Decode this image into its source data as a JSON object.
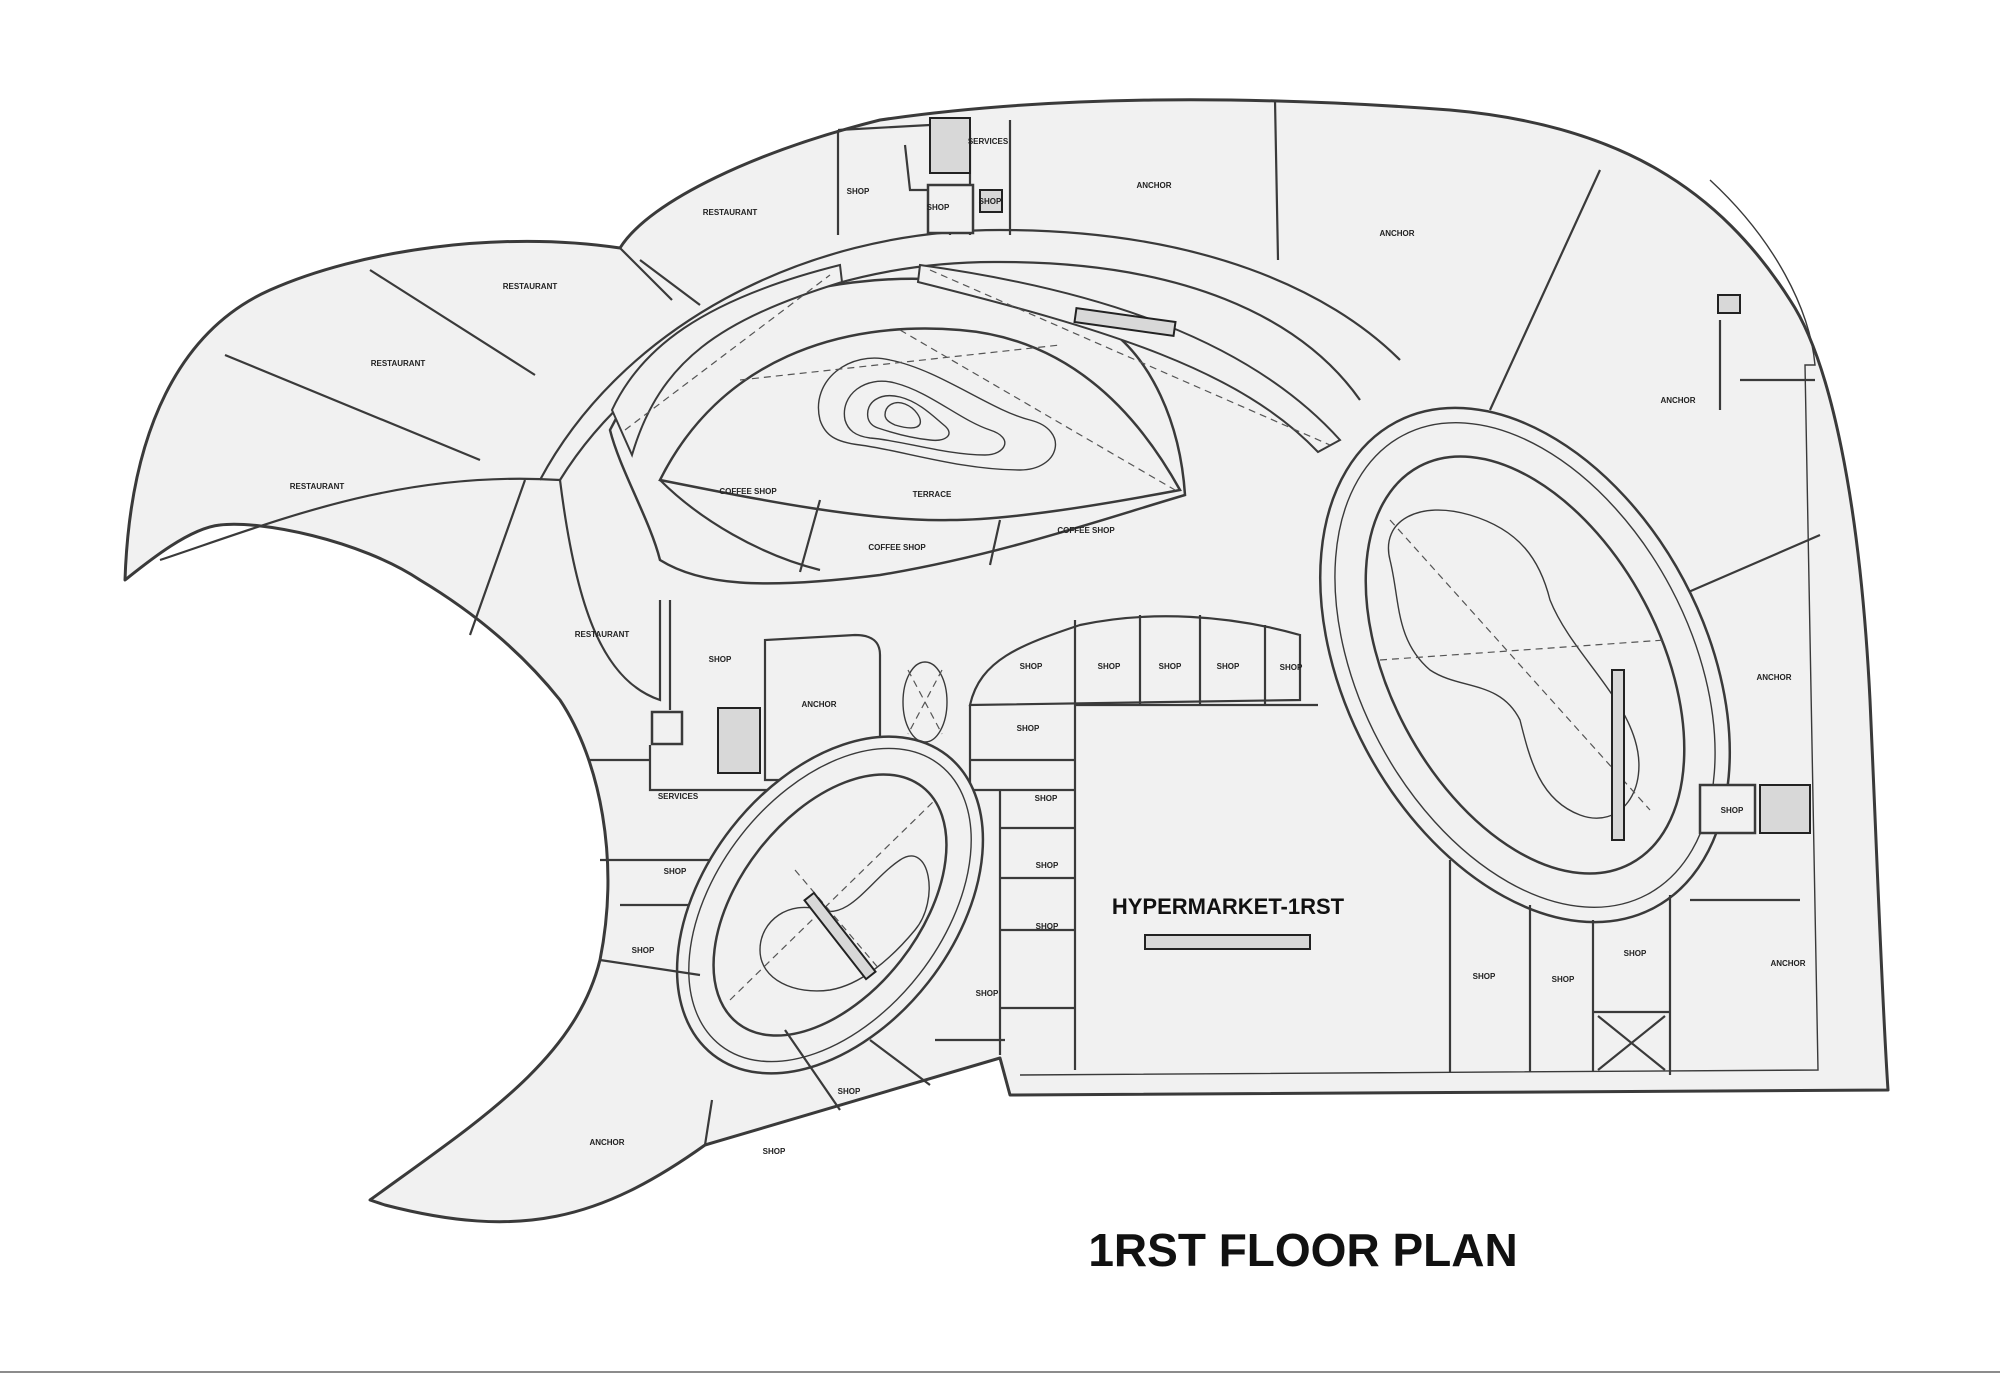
{
  "title": "1RST FLOOR PLAN",
  "hypermarket_label": "HYPERMARKET-1RST",
  "colors": {
    "floor": "#f1f1f1",
    "walls": "#3a3a3a",
    "background": "#ffffff"
  },
  "rooms": {
    "restaurant_1": "RESTAURANT",
    "restaurant_2": "RESTAURANT",
    "restaurant_3": "RESTAURANT",
    "restaurant_4": "RESTAURANT",
    "restaurant_5": "RESTAURANT",
    "shop_top_1": "SHOP",
    "shop_top_2": "SHOP",
    "shop_top_3": "SHOP",
    "services_top": "SERVICES",
    "anchor_top_1": "ANCHOR",
    "anchor_top_2": "ANCHOR",
    "anchor_right_1": "ANCHOR",
    "anchor_right_2": "ANCHOR",
    "anchor_right_3": "ANCHOR",
    "anchor_center": "ANCHOR",
    "anchor_bottom": "ANCHOR",
    "coffee_1": "COFFEE SHOP",
    "coffee_2": "COFFEE SHOP",
    "coffee_3": "COFFEE SHOP",
    "terrace": "TERRACE",
    "shop_mid": "SHOP",
    "shop_row_1": "SHOP",
    "shop_row_2": "SHOP",
    "shop_row_3": "SHOP",
    "shop_row_4": "SHOP",
    "shop_row_5": "SHOP",
    "shop_col_1": "SHOP",
    "shop_col_2": "SHOP",
    "shop_col_3": "SHOP",
    "shop_col_4": "SHOP",
    "shop_col_5": "SHOP",
    "services_left": "SERVICES",
    "shop_left_1": "SHOP",
    "shop_left_2": "SHOP",
    "shop_bottom_1": "SHOP",
    "shop_bottom_2": "SHOP",
    "shop_right_core": "SHOP",
    "shop_br_1": "SHOP",
    "shop_br_2": "SHOP",
    "shop_br_3": "SHOP"
  }
}
